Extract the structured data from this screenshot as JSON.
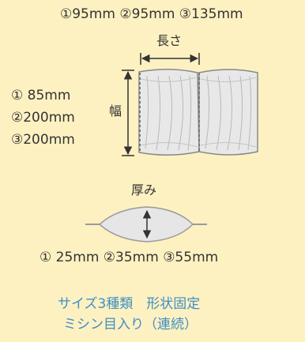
{
  "length_dimensions": "①95mm ②95mm ③135mm",
  "length_label": "長さ",
  "width_label": "幅",
  "width_dimensions": [
    "① 85mm",
    "②200mm",
    "③200mm"
  ],
  "thickness_label": "厚み",
  "thickness_dimensions": "① 25mm ②35mm ③55mm",
  "features": [
    "サイズ3種類　形状固定",
    "ミシン目入り（連続）"
  ],
  "colors": {
    "background": "#fdf1c2",
    "feature_text": "#3f8fc4",
    "cushion_fill": "#e6e6e6",
    "arrow": "#333333"
  }
}
